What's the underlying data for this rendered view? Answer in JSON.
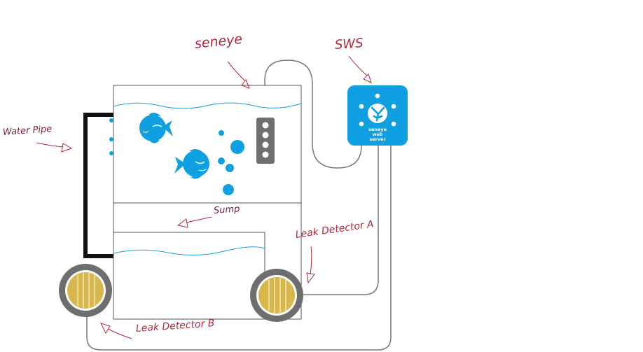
{
  "labels": {
    "seneye": "seneye",
    "sws": "SWS",
    "water_pipe": "Water Pipe",
    "sump": "Sump",
    "leak_detector_a": "Leak Detector A",
    "leak_detector_b": "Leak Detector B"
  },
  "sws_device": {
    "line1": "seneye",
    "line2": "web",
    "line3": "server"
  },
  "colors": {
    "blue": "#0ea0e0",
    "annotation": "#b3283c",
    "annotation_dark": "#7a1e2d",
    "outline": "#555555",
    "cable": "#777777",
    "detector_ring": "#6e6e6e",
    "detector_core": "#d8b84c"
  }
}
